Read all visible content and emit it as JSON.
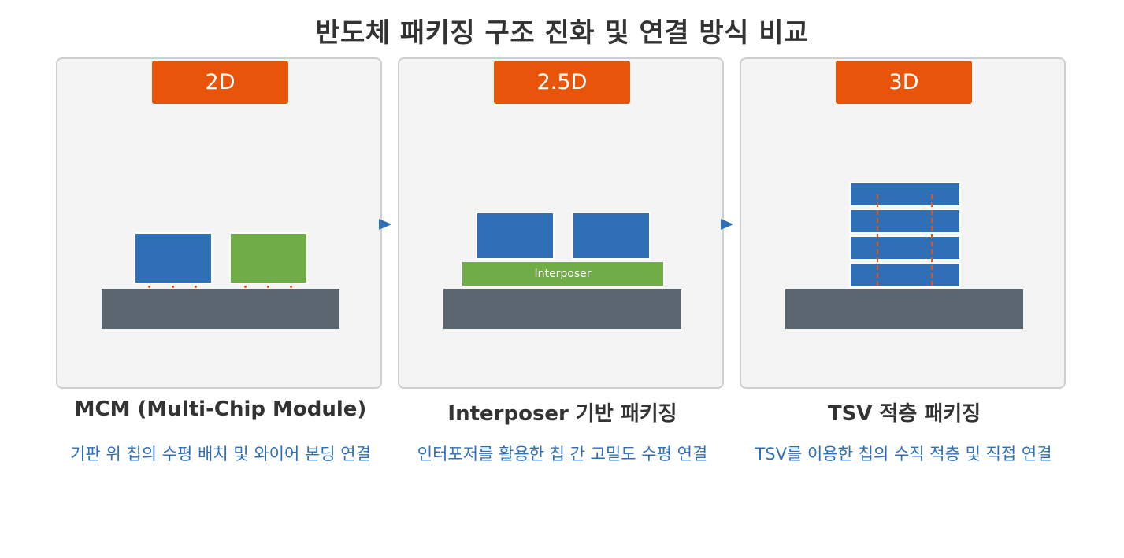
{
  "title": "반도체 패키징 구조 진화 및 연결 방식 비교",
  "panels": [
    {
      "badge": "2D",
      "title": "MCM (Multi-Chip Module)",
      "description": "기판 위 칩의 수평 배치 및 와이어 본딩 연결"
    },
    {
      "badge": "2.5D",
      "title": "Interposer 기반 패키징",
      "description": "인터포저를 활용한 칩 간 고밀도 수평 연결",
      "interposer_label": "Interposer"
    },
    {
      "badge": "3D",
      "title": "TSV 적층 패키징",
      "description": "TSV를 이용한 칩의 수직 적층 및 직접 연결"
    }
  ],
  "colors": {
    "badge": "#e8550a",
    "chip_blue": "#2e6fb6",
    "chip_green": "#71ad47",
    "substrate": "#5b6570",
    "description_text": "#2e6fb6"
  }
}
